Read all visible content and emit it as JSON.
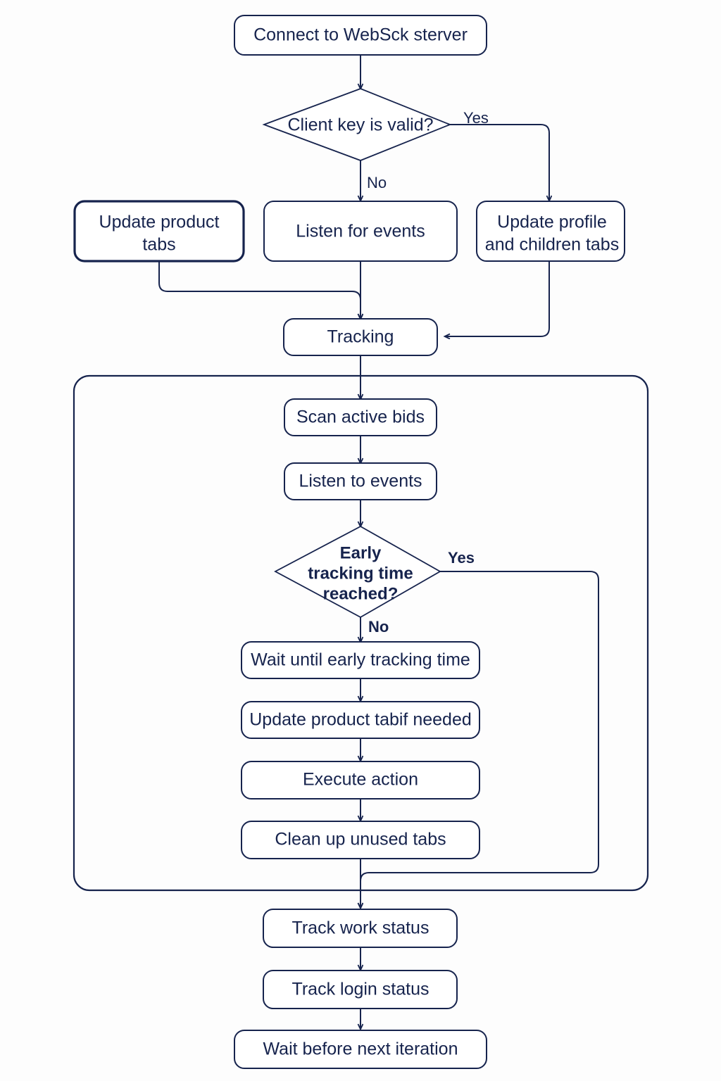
{
  "diagram": {
    "type": "flowchart",
    "title": "",
    "accent_color": "#16234d",
    "background_color": "#fdfdfd",
    "node_fill": "#ffffff",
    "nodes": {
      "connect": "Connect to WebSck sterver",
      "client_key": "Client key is valid?",
      "update_product_tabs": "Update product\ntabs",
      "update_product_tabs_line1": "Update product",
      "update_product_tabs_line2": "tabs",
      "listen_for_events": "Listen for events",
      "update_profile_line1": "Update profile",
      "update_profile_line2": "and children tabs",
      "tracking": "Tracking",
      "scan_active_bids": "Scan active bids",
      "listen_to_events": "Listen to events",
      "early_tracking_line1": "Early",
      "early_tracking_line2": "tracking time",
      "early_tracking_line3": "reached?",
      "wait_until_early": "Wait until early tracking time",
      "update_product_tabif": "Update product tabif needed",
      "execute_action": "Execute action",
      "clean_up_unused_tabs": "Clean up unused tabs",
      "track_work_status": "Track work status",
      "track_login_status": "Track login status",
      "wait_before_next": "Wait before next iteration"
    },
    "edge_labels": {
      "client_key_yes": "Yes",
      "client_key_no": "No",
      "early_tracking_yes": "Yes",
      "early_tracking_no": "No"
    }
  }
}
